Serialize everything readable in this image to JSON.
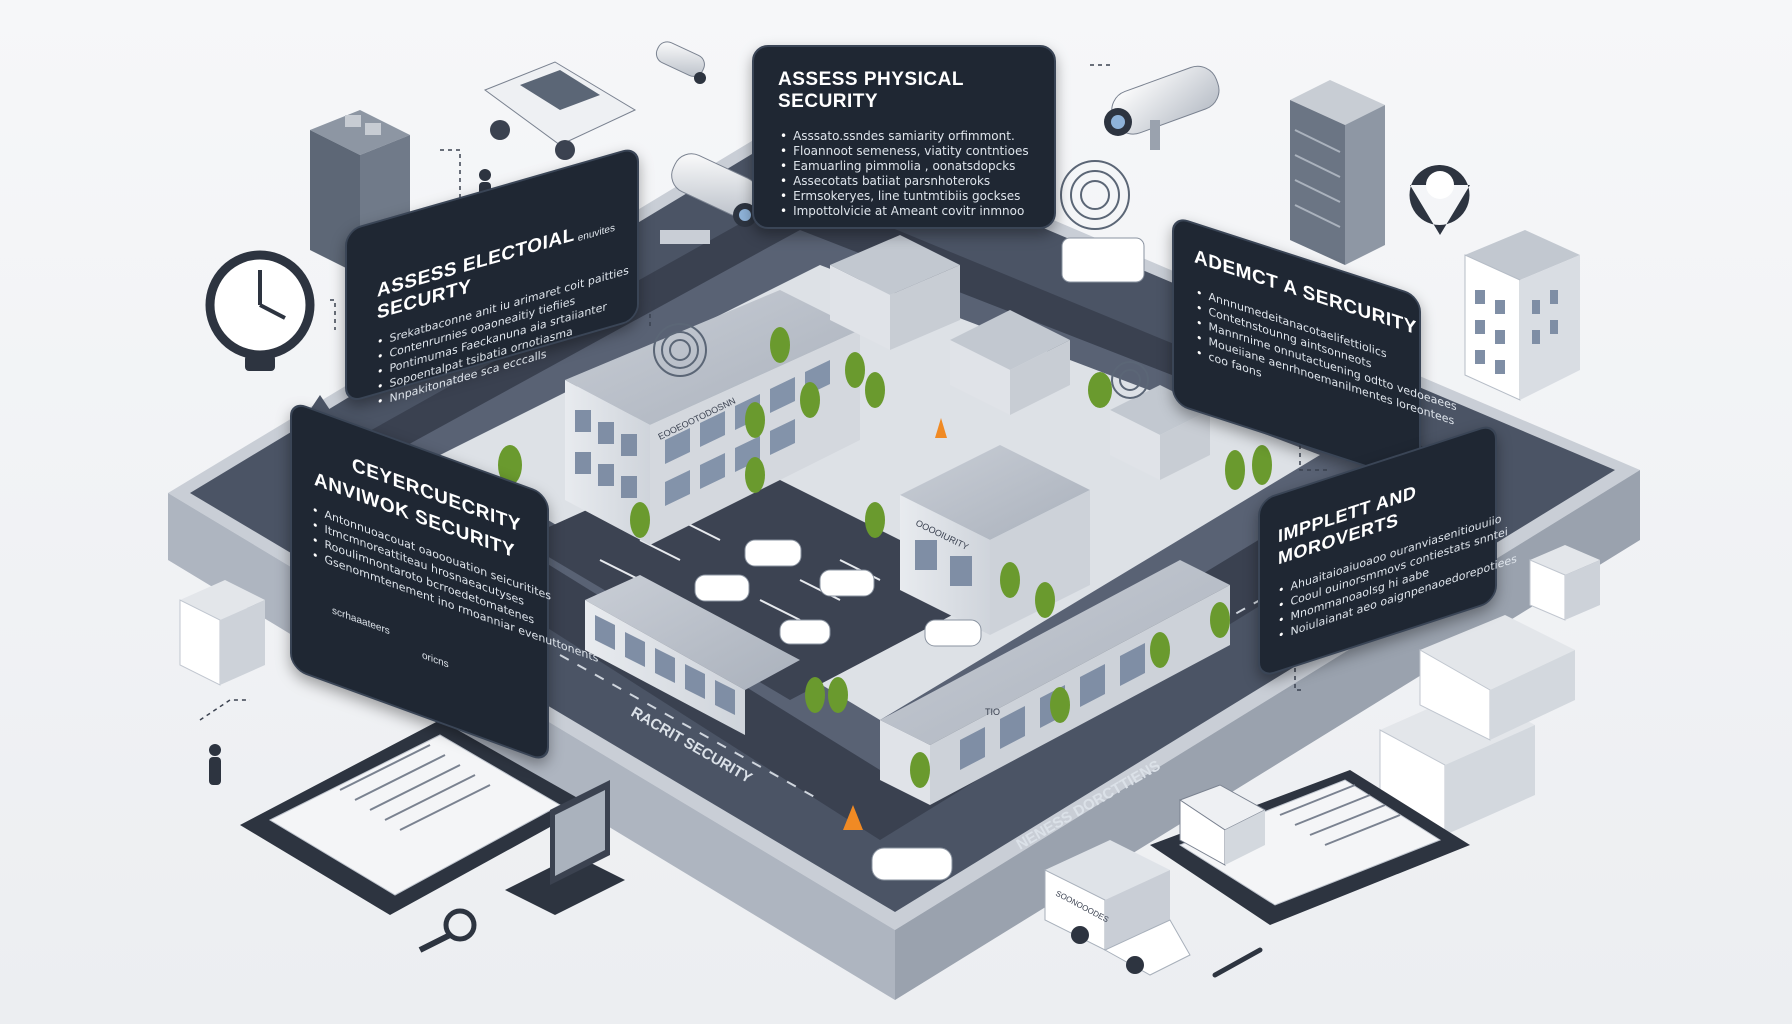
{
  "panels": {
    "physical": {
      "title": "ASSESS PHYSICAL SECURITY",
      "bullets": [
        "Asssato.ssndes samiarity orfimmont.",
        "Floannoot semeness, viatity contntioes",
        "Eamuarling pimmolia , oonatsdopcks",
        "Assecotats batiiat parsnhoteroks",
        "Ermsokeryes, line tuntmtibiis gockses",
        "Impottolvicie at Ameant covitr inmnoo"
      ]
    },
    "electoial": {
      "title": "ASSESS ELECTOIAL SECURTY",
      "bullets": [
        "Srekatbaconne anit iu arimaret coit paitties",
        "Contenrurnies ooaoneaitiy tiefiies",
        "Pontimumas Faeckanuna aia srtaiianter",
        "Sopoentalpat tsibatia ornotiasma",
        "Nnpakitonatdee sca ecccalls"
      ],
      "extra": "enuvites"
    },
    "cyber": {
      "title_line1": "CEYERCUECRITY",
      "title_line2": "ANVIWOK SECURITY",
      "bullets": [
        "Antonnuoacouat oaooouation seicuritites",
        "Itmcmnoreattiteau hrosnaeacutyses",
        "Rooulimnontaroto bcrroedetomatenes",
        "Gsenommtenement ino rmoanniar evenuttonents"
      ],
      "footer_left": "scrhaaateers",
      "footer_right": "oricns"
    },
    "adempt": {
      "title": "ADEMCT A SERCURITY",
      "bullets": [
        "Annnumedeitanacotaelifettiolics",
        "Contetnstounng aintsonneots",
        "Mannrnime onnutactuening odtto vedoeaees",
        "Moueiiane aenrhnoemanilmentes loreontees",
        "coo faons"
      ]
    },
    "implement": {
      "title": "IMPPLETT AND MOROVERTS",
      "bullets": [
        "Ahuaitaioaiuoaoo ouranviasenitiouuiio",
        "Cooul ouinorsmmovs contiestats snntei",
        "Mnommanoaolsg hi aabe",
        "Noiulaianat aeo oaignpenaoedorepotiees"
      ]
    }
  },
  "labels": {
    "building_sign_a": "EOOEOOTODOSNN",
    "building_sign_b": "OOOOIURITY",
    "road_left": "RACRIT SECURITY",
    "road_right": "NENESS DORCTTIENS",
    "lower_building": "TIO",
    "truck_sign": "SOONOOODES"
  },
  "colors": {
    "panel_bg": "#1f2733",
    "panel_text": "#f2f4f7",
    "plaza": "#4b5465",
    "road": "#3a4150",
    "building": "#dfe3e9",
    "window": "#7f8ea5",
    "tree": "#6a9a2e",
    "background": "#f3f4f6"
  },
  "icons": [
    "security-camera-icon",
    "clock-icon",
    "location-pin-icon",
    "magnifier-icon",
    "warning-icon",
    "car-icon",
    "van-icon",
    "truck-icon",
    "server-rack-icon",
    "clipboard-icon",
    "document-icon",
    "laptop-icon",
    "person-icon",
    "box-icon",
    "pen-icon",
    "office-building-icon"
  ]
}
